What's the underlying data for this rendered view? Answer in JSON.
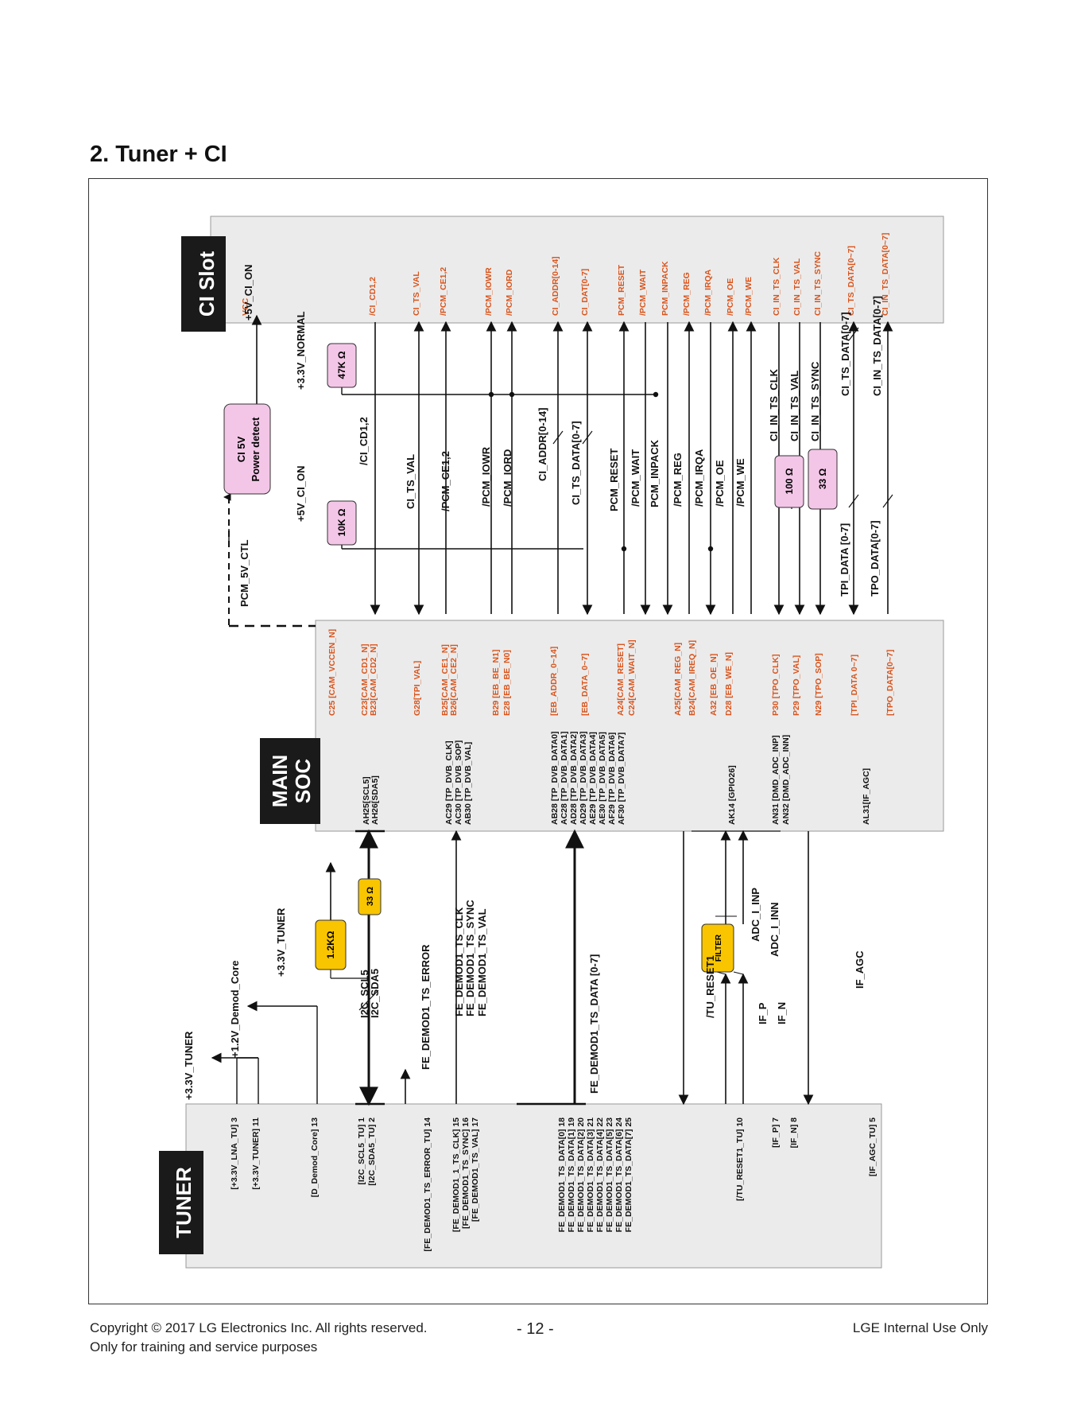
{
  "title": "2. Tuner + CI",
  "footer": {
    "copyright": "Copyright © 2017 LG Electronics Inc. All rights reserved.",
    "purpose": "Only for training and service purposes",
    "page": "- 12 -",
    "internal": "LGE Internal Use Only"
  },
  "colors": {
    "pin": "#d9541c",
    "resistor": "#f3c6e7",
    "tunerpart": "#f8c500",
    "block": "#ebebeb",
    "label_bg": "#1a1a1a"
  },
  "blocks": {
    "ci": "CI Slot",
    "soc_1": "MAIN",
    "soc_2": "SOC",
    "tuner": "TUNER"
  },
  "ci_pins": [
    {
      "t": "VCC"
    },
    {
      "t": "/CI_CD1,2"
    },
    {
      "t": "CI_TS_VAL"
    },
    {
      "t": "/PCM_CE1,2"
    },
    {
      "t": "/PCM_IOWR"
    },
    {
      "t": "/PCM_IORD"
    },
    {
      "t": "CI_ADDR[0-14]"
    },
    {
      "t": "CI_DAT[0-7]"
    },
    {
      "t": "PCM_RESET"
    },
    {
      "t": "/PCM_WAIT"
    },
    {
      "t": "PCM_INPACK"
    },
    {
      "t": "/PCM_REG"
    },
    {
      "t": "/PCM_IRQA"
    },
    {
      "t": "/PCM_OE"
    },
    {
      "t": "/PCM_WE"
    },
    {
      "t": "CI_IN_TS_CLK"
    },
    {
      "t": "CI_IN_TS_VAL"
    },
    {
      "t": "CI_IN_TS_SYNC"
    },
    {
      "t": "CI_TS_DATA[0~7]"
    },
    {
      "t": "CI_IN_TS_DATA[0~7]"
    }
  ],
  "soc_ci_pins": [
    {
      "t": "C25 [CAM_VCCEN_N]"
    },
    {
      "t": "C23[CAM_CD1_N]"
    },
    {
      "t": "B23[CAM_CD2_N]"
    },
    {
      "t": "G28[TPI_VAL]"
    },
    {
      "t": "B25[CAM_CE1_N]"
    },
    {
      "t": "B26[CAM_CE2_N]"
    },
    {
      "t": "B29 [EB_BE_N1]"
    },
    {
      "t": "E28 [EB_BE_N0]"
    },
    {
      "t": "[EB_ADDR_0~14]"
    },
    {
      "t": "[EB_DATA_0~7]"
    },
    {
      "t": "A24[CAM_RESET]"
    },
    {
      "t": "C24[CAM_WAIT_N]"
    },
    {
      "t": "A25[CAM_REG_N]"
    },
    {
      "t": "B24[CAM_IREQ_N]"
    },
    {
      "t": "A32 [EB_OE_N]"
    },
    {
      "t": "D28 [EB_WE_N]"
    },
    {
      "t": "P30 [TPO_CLK]"
    },
    {
      "t": "P29 [TPO_VAL]"
    },
    {
      "t": "N29 [TPO_SOP]"
    },
    {
      "t": "[TPI_DATA 0~7]"
    },
    {
      "t": "[TPO_DATA[0~7]"
    }
  ],
  "soc_tuner_pins": [
    {
      "t": "AH25[SCL5]"
    },
    {
      "t": "AH26[SDA5]"
    },
    {
      "t": "AC29 [TP_DVB_CLK]"
    },
    {
      "t": "AC30 [TP_DVB_SOP]"
    },
    {
      "t": "AB30 [TP_DVB_VAL]"
    },
    {
      "t": "AB28 [TP_DVB_DATA0]"
    },
    {
      "t": "AC28 [TP_DVB_DATA1]"
    },
    {
      "t": "AD28 [TP_DVB_DATA2]"
    },
    {
      "t": "AD29 [TP_DVB_DATA3]"
    },
    {
      "t": "AE29 [TP_DVB_DATA4]"
    },
    {
      "t": "AE30 [TP_DVB_DATA5]"
    },
    {
      "t": "AF29 [TP_DVB_DATA6]"
    },
    {
      "t": "AF30 [TP_DVB_DATA7]"
    },
    {
      "t": "AK14 [GPIO26]"
    },
    {
      "t": "AN31 [DMD_ADC_INP]"
    },
    {
      "t": "AN32 [DMD_ADC_INN]"
    },
    {
      "t": "AL31[IF_AGC]"
    }
  ],
  "tuner_pins": [
    {
      "t": "[+3.3V_LNA_TU]  3"
    },
    {
      "t": "[+3.3V_TUNER] 11"
    },
    {
      "t": "[D_Demod_Core] 13"
    },
    {
      "t": "[I2C_SCL5_TU] 1"
    },
    {
      "t": "[I2C_SDA5_TU] 2"
    },
    {
      "t": "[FE_DEMOD1_TS_ERROR_TU] 14"
    },
    {
      "t": "[FE_DEMOD1_1_TS_CLK] 15"
    },
    {
      "t": "[FE_DEMOD1_TS_SYNC] 16"
    },
    {
      "t": "[FE_DEMOD1_TS_VAL] 17"
    },
    {
      "t": "FE_DEMOD1_TS_DATA[0] 18"
    },
    {
      "t": "FE_DEMOD1_TS_DATA[1] 19"
    },
    {
      "t": "FE_DEMOD1_TS_DATA[2] 20"
    },
    {
      "t": "FE_DEMOD1_TS_DATA[3] 21"
    },
    {
      "t": "FE_DEMOD1_TS_DATA[4] 22"
    },
    {
      "t": "FE_DEMOD1_TS_DATA[5] 23"
    },
    {
      "t": "FE_DEMOD1_TS_DATA[6] 24"
    },
    {
      "t": "FE_DEMOD1_TS_DATA[7] 25"
    },
    {
      "t": "[/TU_RESET1_TU] 10"
    },
    {
      "t": "[IF_P] 7"
    },
    {
      "t": "[IF_N] 8"
    },
    {
      "t": "[IF_AGC_TU] 5"
    }
  ],
  "ci_nets": [
    {
      "t": "PCM_5V_CTL"
    },
    {
      "t": "+5V_CI_ON"
    },
    {
      "t": "+5V_CI_ON"
    },
    {
      "t": "+3.3V_NORMAL"
    },
    {
      "t": "/CI_CD1,2"
    },
    {
      "t": "CI_TS_VAL"
    },
    {
      "t": "/PCM_CE1,2"
    },
    {
      "t": "/PCM_IOWR"
    },
    {
      "t": "/PCM_IORD"
    },
    {
      "t": "CI_ADDR[0-14]"
    },
    {
      "t": "CI_TS_DATA[0-7]"
    },
    {
      "t": "PCM_RESET"
    },
    {
      "t": "/PCM_WAIT"
    },
    {
      "t": "PCM_INPACK"
    },
    {
      "t": "/PCM_REG"
    },
    {
      "t": "/PCM_IRQA"
    },
    {
      "t": "/PCM_OE"
    },
    {
      "t": "/PCM_WE"
    },
    {
      "t": "CI_IN_TS_CLK"
    },
    {
      "t": "CI_IN_TS_VAL"
    },
    {
      "t": "CI_IN_TS_SYNC"
    },
    {
      "t": "CI_TS_DATA[0-7]"
    },
    {
      "t": "CI_IN_TS_DATA[0-7]"
    },
    {
      "t": "TPI_DATA [0-7]"
    },
    {
      "t": "TPO_DATA[0-7]"
    }
  ],
  "tuner_nets": [
    {
      "t": "+3.3V_TUNER"
    },
    {
      "t": "+1.2V_Demod_Core"
    },
    {
      "t": "+3.3V_TUNER"
    },
    {
      "t": "I2C_SCL5"
    },
    {
      "t": "I2C_SDA5"
    },
    {
      "t": "FE_DEMOD1_TS_ERROR"
    },
    {
      "t": "FE_DEMOD1_TS_CLK"
    },
    {
      "t": "FE_DEMOD1_TS_SYNC"
    },
    {
      "t": "FE_DEMOD1_TS_VAL"
    },
    {
      "t": "FE_DEMOD1_TS_DATA [0-7]"
    },
    {
      "t": "/TU_RESET1"
    },
    {
      "t": "ADC_I_INP"
    },
    {
      "t": "ADC_I_INN"
    },
    {
      "t": "IF_P"
    },
    {
      "t": "IF_N"
    },
    {
      "t": "IF_AGC"
    }
  ],
  "parts": {
    "power_1": "CI 5V",
    "power_2": "Power detect",
    "r_47k": "47K Ω",
    "r_10k": "10K Ω",
    "r_100": "100 Ω",
    "r_33ci": "33 Ω",
    "r_12k": "1.2KΩ",
    "r_33tu": "33 Ω",
    "filter": "FILTER"
  }
}
